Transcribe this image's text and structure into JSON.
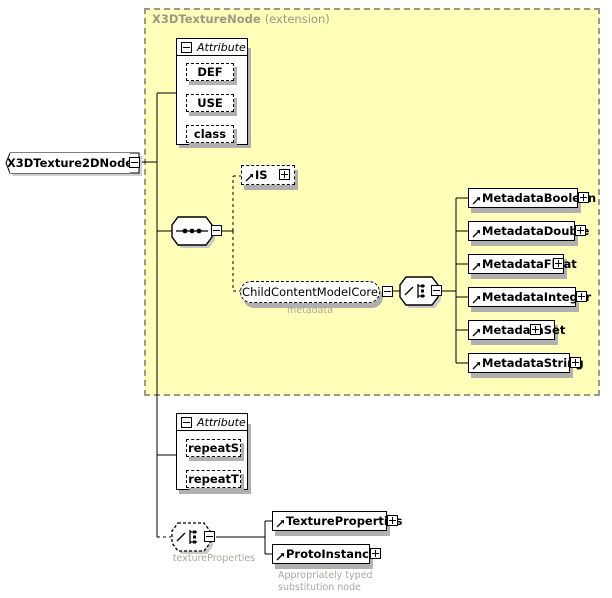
{
  "diagram": {
    "type": "xml-schema-element-diagram",
    "root": {
      "label": "X3DTexture2DNode"
    },
    "extension": {
      "base_name": "X3DTextureNode",
      "qualifier": "(extension)"
    },
    "inherited_attribute_group": {
      "header": "Attribute",
      "items": [
        {
          "label": "DEF"
        },
        {
          "label": "USE"
        },
        {
          "label": "class"
        }
      ]
    },
    "sequence_compositor": {
      "name": "sequence",
      "state": "expanded"
    },
    "children": [
      {
        "label": "IS",
        "optional": true,
        "expander": "plus"
      },
      {
        "label": "ChildContentModelCore",
        "sub_label": "metadata",
        "optional": true,
        "expander": "minus"
      }
    ],
    "metadata_choice": {
      "name": "choice",
      "state": "expanded"
    },
    "metadata_elements": [
      {
        "label": "MetadataBoolean",
        "expander": "plus"
      },
      {
        "label": "MetadataDouble",
        "expander": "plus"
      },
      {
        "label": "MetadataFloat",
        "expander": "plus"
      },
      {
        "label": "MetadataInteger",
        "expander": "plus"
      },
      {
        "label": "MetadataSet",
        "expander": "plus"
      },
      {
        "label": "MetadataString",
        "expander": "plus"
      }
    ],
    "own_attribute_group": {
      "header": "Attribute",
      "items": [
        {
          "label": "repeatS"
        },
        {
          "label": "repeatT"
        }
      ]
    },
    "texture_properties_choice": {
      "name": "choice",
      "state": "expanded",
      "sub_label": "textureProperties",
      "optional": true
    },
    "texture_properties_elements": [
      {
        "label": "TextureProperties",
        "expander": "plus"
      },
      {
        "label": "ProtoInstance",
        "expander": "plus"
      }
    ],
    "annotation": {
      "line1": "Appropriately typed",
      "line2": "substitution node"
    },
    "colors": {
      "extension_fill": "#ffffb9",
      "extension_border": "#9a9a8a",
      "extension_title": "#9a9a82",
      "box_fill": "#ffffff",
      "box_border": "#000000",
      "shadow": "#b0b0b0",
      "muted_text": "#a9a9a0"
    }
  }
}
